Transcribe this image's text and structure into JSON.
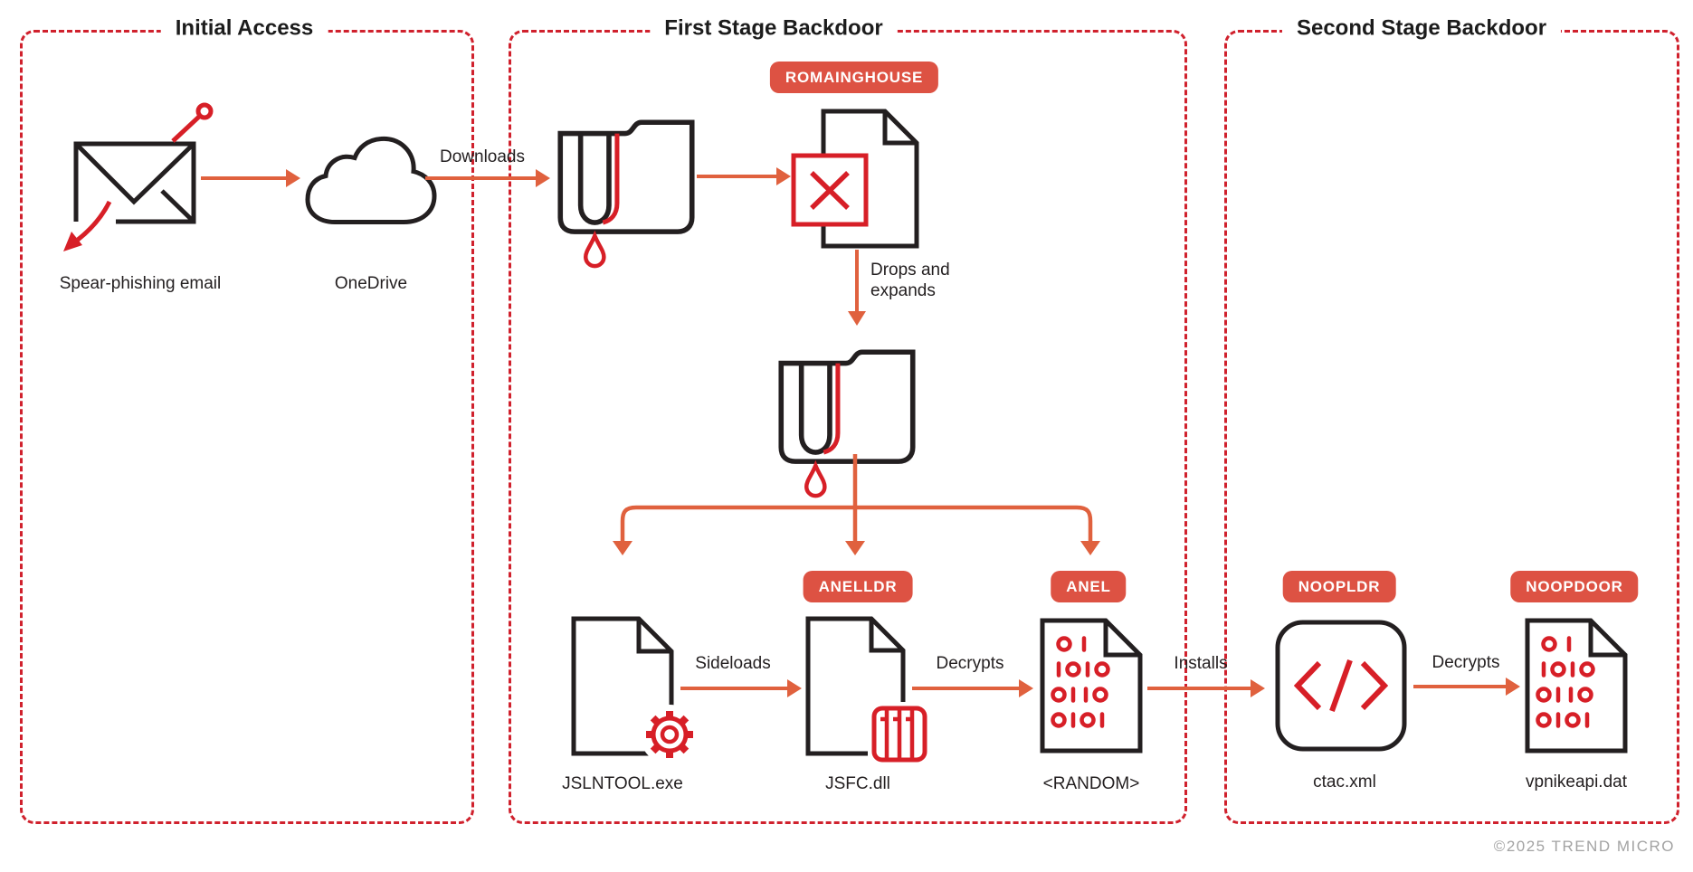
{
  "diagram": {
    "sections": [
      {
        "title": "Initial Access"
      },
      {
        "title": "First Stage Backdoor"
      },
      {
        "title": "Second Stage Backdoor"
      }
    ],
    "nodes": {
      "email": "Spear-phishing email",
      "onedrive": "OneDrive",
      "jslntool": "JSLNTOOL.exe",
      "jsfc": "JSFC.dll",
      "random": "<RANDOM>",
      "ctac": "ctac.xml",
      "vpnikeapi": "vpnikeapi.dat"
    },
    "badges": {
      "romainghouse": "ROMAINGHOUSE",
      "anelldr": "ANELLDR",
      "anel": "ANEL",
      "noopldr": "NOOPLDR",
      "noopdoor": "NOOPDOOR"
    },
    "edges": {
      "downloads": "Downloads",
      "drops_expands": "Drops and expands",
      "sideloads": "Sideloads",
      "decrypts1": "Decrypts",
      "installs": "Installs",
      "decrypts2": "Decrypts"
    },
    "icons": {
      "email": "envelope-with-phishing-hook",
      "onedrive": "cloud",
      "dropper": "folder-with-red-drip",
      "malicious_doc": "document-with-red-x",
      "executable": "document-with-gear",
      "dll": "document-with-library-glyph",
      "binary": "document-with-binary-digits",
      "xml_code": "rounded-square-code-brackets"
    },
    "footer": {
      "copyright": "©2025 TREND MICRO"
    },
    "colors": {
      "border_red": "#d0212d",
      "icon_red": "#d71f27",
      "ink_black": "#231f20",
      "badge_fill": "#dd5243",
      "badge_text": "#ffffff",
      "arrow_orange": "#e0613e",
      "copyright_gray": "#a3a3a3"
    }
  }
}
